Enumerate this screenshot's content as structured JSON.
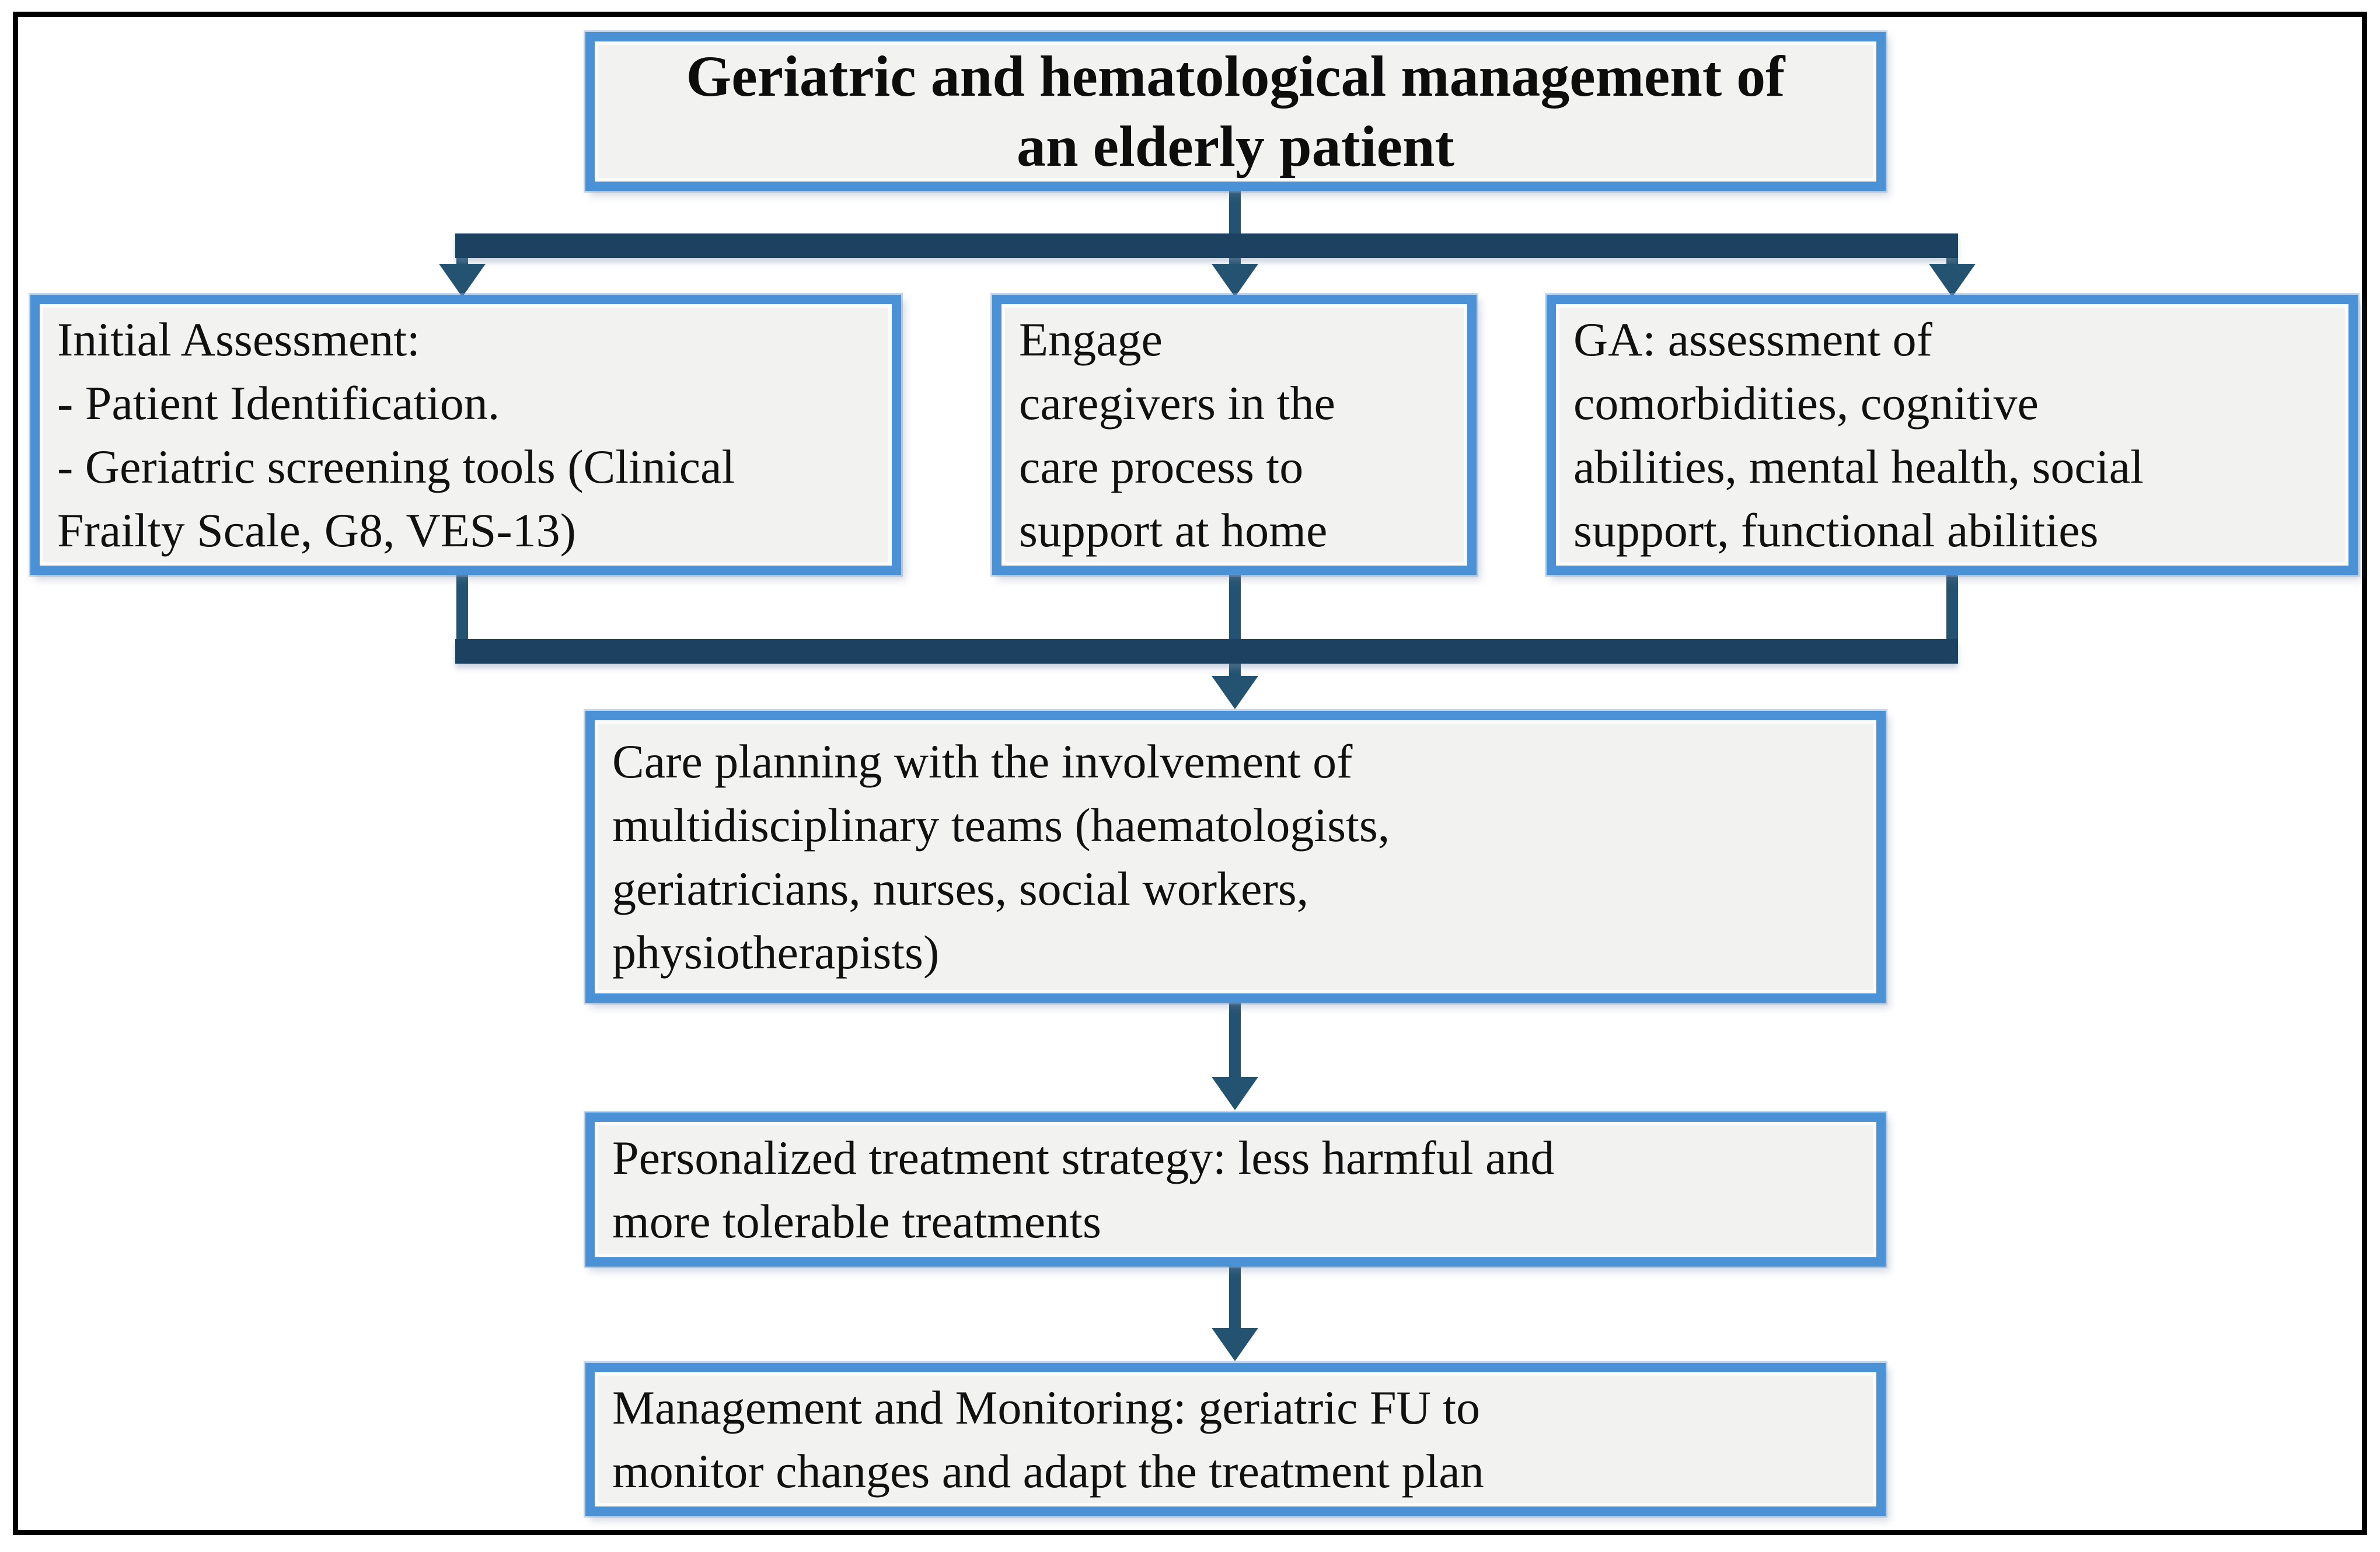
{
  "diagram": {
    "title": {
      "text": "Geriatric and hematological management of an elderly patient",
      "lines": [
        "Geriatric and hematological management of",
        "an elderly patient"
      ]
    },
    "nodes": {
      "initial": {
        "text": "Initial Assessment: - Patient Identification. - Geriatric screening tools (Clinical Frailty Scale, G8, VES-13)",
        "lines": [
          "Initial Assessment:",
          "- Patient Identification.",
          "- Geriatric screening tools (Clinical",
          "Frailty Scale, G8, VES-13)"
        ]
      },
      "caregivers": {
        "text": "Engage caregivers in the care process to support at home",
        "lines": [
          "Engage",
          "caregivers in the",
          "care process to",
          "support at home"
        ]
      },
      "ga": {
        "text": "GA: assessment of comorbidities, cognitive abilities, mental health, social support, functional abilities",
        "lines": [
          "GA: assessment of",
          "comorbidities, cognitive",
          "abilities, mental health, social",
          "support, functional abilities"
        ]
      },
      "care_planning": {
        "text": "Care planning with the involvement of multidisciplinary teams (haematologists, geriatricians, nurses, social workers, physiotherapists)",
        "lines": [
          "Care planning with the involvement of",
          "multidisciplinary teams (haematologists,",
          "geriatricians, nurses, social workers,",
          "physiotherapists)"
        ]
      },
      "personalized": {
        "text": "Personalized treatment strategy: less harmful and more tolerable treatments",
        "lines": [
          "Personalized treatment strategy: less harmful and",
          "more tolerable treatments"
        ]
      },
      "management": {
        "text": "Management and Monitoring: geriatric FU to monitor changes and adapt the treatment plan",
        "lines": [
          "Management and Monitoring: geriatric FU to",
          "monitor changes and adapt the treatment plan"
        ]
      }
    },
    "colors": {
      "box_border": "#4b91d5",
      "box_fill": "#f2f2f1",
      "connector_bar": "#1d4160",
      "connector_line": "#245372",
      "outer_frame": "#000000",
      "text": "#111111"
    }
  }
}
